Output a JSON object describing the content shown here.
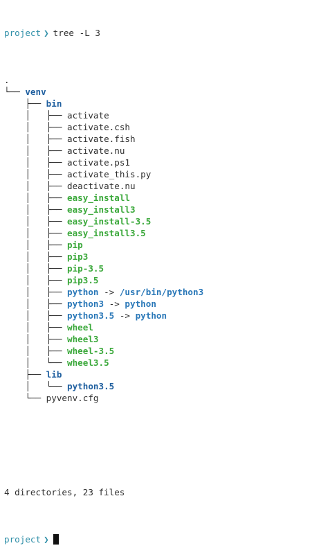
{
  "prompt": {
    "dir": "project",
    "arrow": "❯",
    "command": "tree",
    "args": "-L 3"
  },
  "tree": [
    {
      "prefix": ".",
      "name": "",
      "kind": "root"
    },
    {
      "prefix": "└── ",
      "name": "venv",
      "kind": "dir"
    },
    {
      "prefix": "    ├── ",
      "name": "bin",
      "kind": "dir"
    },
    {
      "prefix": "    │   ├── ",
      "name": "activate",
      "kind": "file"
    },
    {
      "prefix": "    │   ├── ",
      "name": "activate.csh",
      "kind": "file"
    },
    {
      "prefix": "    │   ├── ",
      "name": "activate.fish",
      "kind": "file"
    },
    {
      "prefix": "    │   ├── ",
      "name": "activate.nu",
      "kind": "file"
    },
    {
      "prefix": "    │   ├── ",
      "name": "activate.ps1",
      "kind": "file"
    },
    {
      "prefix": "    │   ├── ",
      "name": "activate_this.py",
      "kind": "file"
    },
    {
      "prefix": "    │   ├── ",
      "name": "deactivate.nu",
      "kind": "file"
    },
    {
      "prefix": "    │   ├── ",
      "name": "easy_install",
      "kind": "exec"
    },
    {
      "prefix": "    │   ├── ",
      "name": "easy_install3",
      "kind": "exec"
    },
    {
      "prefix": "    │   ├── ",
      "name": "easy_install-3.5",
      "kind": "exec"
    },
    {
      "prefix": "    │   ├── ",
      "name": "easy_install3.5",
      "kind": "exec"
    },
    {
      "prefix": "    │   ├── ",
      "name": "pip",
      "kind": "exec"
    },
    {
      "prefix": "    │   ├── ",
      "name": "pip3",
      "kind": "exec"
    },
    {
      "prefix": "    │   ├── ",
      "name": "pip-3.5",
      "kind": "exec"
    },
    {
      "prefix": "    │   ├── ",
      "name": "pip3.5",
      "kind": "exec"
    },
    {
      "prefix": "    │   ├── ",
      "name": "python",
      "kind": "link",
      "target": "/usr/bin/python3",
      "target_kind": "link"
    },
    {
      "prefix": "    │   ├── ",
      "name": "python3",
      "kind": "link",
      "target": "python",
      "target_kind": "link"
    },
    {
      "prefix": "    │   ├── ",
      "name": "python3.5",
      "kind": "link",
      "target": "python",
      "target_kind": "link"
    },
    {
      "prefix": "    │   ├── ",
      "name": "wheel",
      "kind": "exec"
    },
    {
      "prefix": "    │   ├── ",
      "name": "wheel3",
      "kind": "exec"
    },
    {
      "prefix": "    │   ├── ",
      "name": "wheel-3.5",
      "kind": "exec"
    },
    {
      "prefix": "    │   └── ",
      "name": "wheel3.5",
      "kind": "exec"
    },
    {
      "prefix": "    ├── ",
      "name": "lib",
      "kind": "dir"
    },
    {
      "prefix": "    │   └── ",
      "name": "python3.5",
      "kind": "dir"
    },
    {
      "prefix": "    └── ",
      "name": "pyvenv.cfg",
      "kind": "file"
    }
  ],
  "link_arrow": " -> ",
  "summary": "4 directories, 23 files",
  "prompt2": {
    "dir": "project",
    "arrow": "❯"
  }
}
